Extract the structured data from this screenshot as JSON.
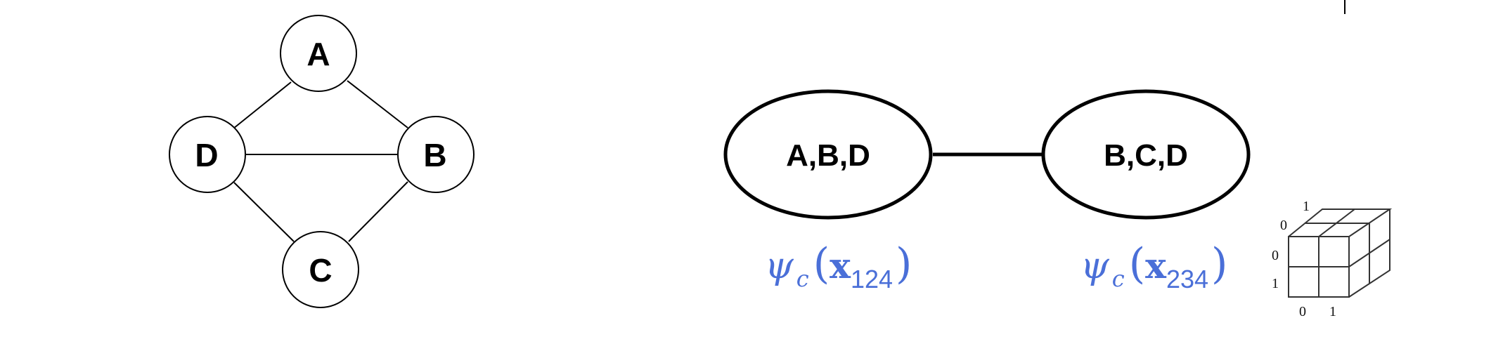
{
  "graph": {
    "nodes": [
      {
        "id": "A",
        "label": "A"
      },
      {
        "id": "D",
        "label": "D"
      },
      {
        "id": "B",
        "label": "B"
      },
      {
        "id": "C",
        "label": "C"
      }
    ],
    "edges": [
      [
        "A",
        "D"
      ],
      [
        "A",
        "B"
      ],
      [
        "D",
        "B"
      ],
      [
        "D",
        "C"
      ],
      [
        "B",
        "C"
      ]
    ]
  },
  "junction_tree": {
    "cliques": [
      {
        "label": "A,B,D",
        "potential": {
          "symbol": "ψ",
          "sub": "c",
          "var": "x",
          "index": "124"
        }
      },
      {
        "label": "B,C,D",
        "potential": {
          "symbol": "ψ",
          "sub": "c",
          "var": "x",
          "index": "234"
        }
      }
    ]
  },
  "tensor_cube": {
    "top_labels": [
      "1"
    ],
    "left_labels": [
      "0",
      "0",
      "1"
    ],
    "bottom_labels": [
      "0",
      "1"
    ]
  },
  "colors": {
    "potential": "#4a6fd8",
    "stroke": "#000000"
  }
}
